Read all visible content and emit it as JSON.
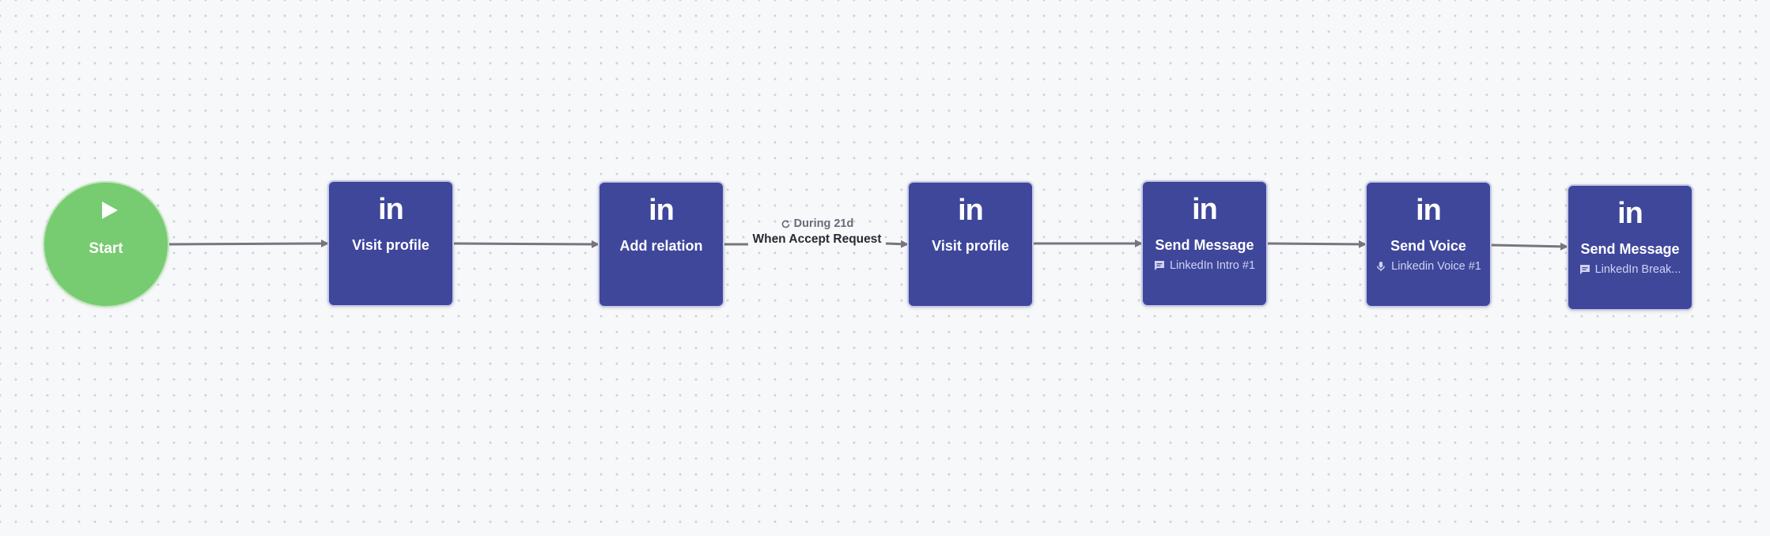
{
  "canvas": {
    "background": "#f7f8fa",
    "grid_dot_color": "#cfd2d8"
  },
  "colors": {
    "start_fill": "#77cb70",
    "step_fill": "#3f479b",
    "edge": "#787580"
  },
  "start": {
    "label": "Start",
    "icon": "play-icon"
  },
  "steps": [
    {
      "channel_icon": "in",
      "title": "Visit profile",
      "sub_icon": "",
      "sub": ""
    },
    {
      "channel_icon": "in",
      "title": "Add relation",
      "sub_icon": "",
      "sub": ""
    },
    {
      "channel_icon": "in",
      "title": "Visit profile",
      "sub_icon": "",
      "sub": ""
    },
    {
      "channel_icon": "in",
      "title": "Send Message",
      "sub_icon": "message-icon",
      "sub": "LinkedIn Intro #1"
    },
    {
      "channel_icon": "in",
      "title": "Send Voice",
      "sub_icon": "microphone-icon",
      "sub": "Linkedin Voice #1"
    },
    {
      "channel_icon": "in",
      "title": "Send Message",
      "sub_icon": "message-icon",
      "sub": "LinkedIn Break..."
    }
  ],
  "condition": {
    "timer_icon": "refresh-icon",
    "duration": "During 21d",
    "trigger": "When Accept Request"
  }
}
